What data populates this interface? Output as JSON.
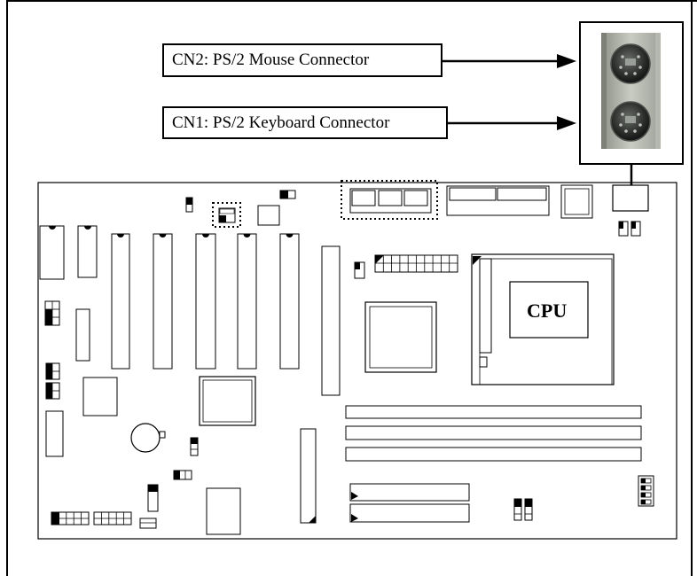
{
  "callouts": {
    "mouse": "CN2: PS/2 Mouse Connector",
    "keyboard": "CN1: PS/2 Keyboard Connector"
  },
  "board": {
    "cpu_label": "CPU"
  }
}
